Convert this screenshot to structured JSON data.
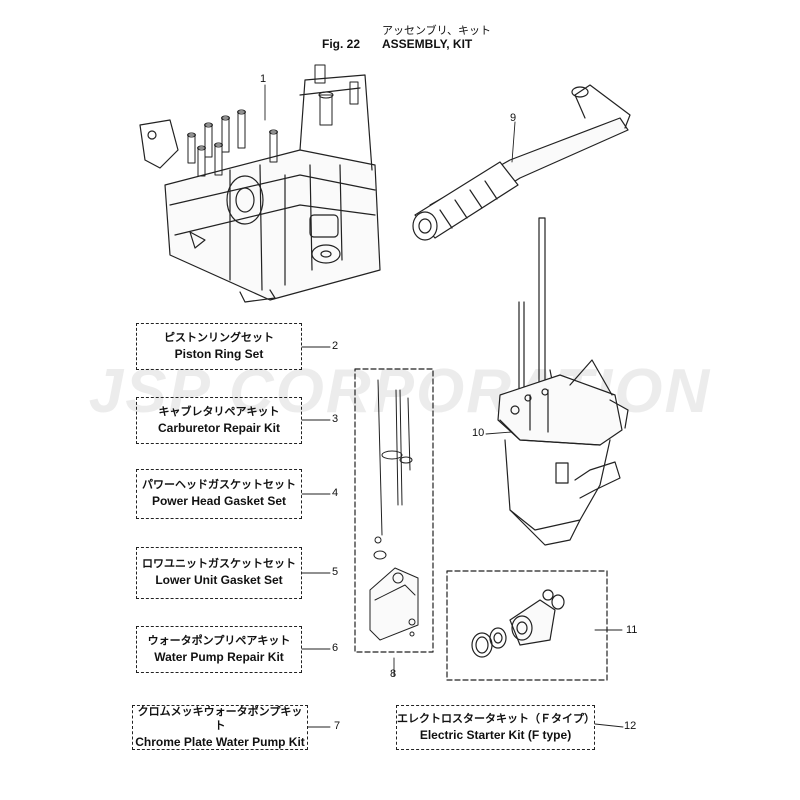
{
  "header": {
    "japanese_title": "アッセンブリ、キット",
    "figure": "Fig. 22",
    "title": "ASSEMBLY, KIT"
  },
  "watermark": "JSP CORPORATION",
  "kits": [
    {
      "jp": "ピストンリングセット",
      "en": "Piston Ring Set",
      "num": "2"
    },
    {
      "jp": "キャブレタリペアキット",
      "en": "Carburetor Repair Kit",
      "num": "3"
    },
    {
      "jp": "パワーヘッドガスケットセット",
      "en": "Power Head Gasket Set",
      "num": "4"
    },
    {
      "jp": "ロワユニットガスケットセット",
      "en": "Lower Unit Gasket Set",
      "num": "5"
    },
    {
      "jp": "ウォータポンプリペアキット",
      "en": "Water Pump Repair Kit",
      "num": "6"
    },
    {
      "jp": "クロムメッキウォータポンプキット",
      "en": "Chrome Plate Water  Pump Kit",
      "num": "7"
    },
    {
      "jp": "エレクトロスタータキット（Ｆタイプ）",
      "en": "Electric Starter Kit (F type)",
      "num": "12"
    }
  ],
  "callouts": {
    "power_head": "1",
    "tiller_handle": "9",
    "lower_unit": "10",
    "starter_parts": "11",
    "shift_rod_kit": "8"
  }
}
